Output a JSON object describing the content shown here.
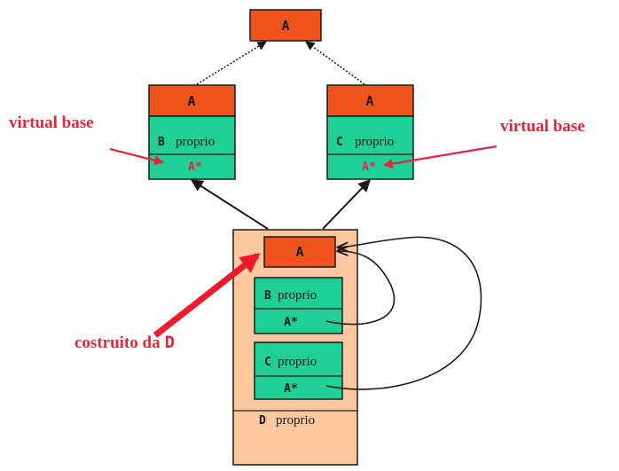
{
  "colors": {
    "orange": "#f0541e",
    "green": "#1fcf95",
    "peach": "#fcc8a0",
    "red_label": "#e8233b",
    "red_arrow": "#ee1a2a",
    "stroke": "#1a1a1a"
  },
  "top_box": {
    "label": "A"
  },
  "left_object": {
    "top_label": "A",
    "proprio_letter": "B",
    "proprio_word": "proprio",
    "pointer_label": "A*"
  },
  "right_object": {
    "top_label": "A",
    "proprio_letter": "C",
    "proprio_word": "proprio",
    "pointer_label": "A*"
  },
  "left_annotation": "virtual base",
  "right_annotation": "virtual base",
  "d_object": {
    "a_label": "A",
    "b_letter": "B",
    "b_word": "proprio",
    "b_pointer": "A*",
    "c_letter": "C",
    "c_word": "proprio",
    "c_pointer": "A*",
    "d_letter": "D",
    "d_word": "proprio"
  },
  "constructed_label": {
    "word": "costruito da",
    "letter": "D"
  }
}
